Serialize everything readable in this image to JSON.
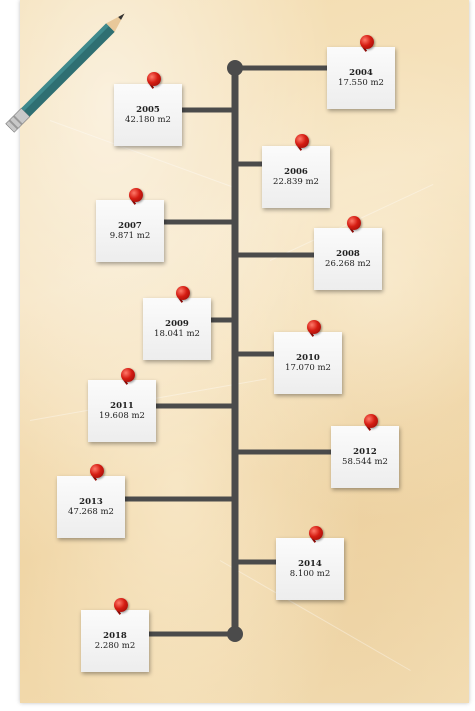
{
  "colors": {
    "line": "#4b4b4b",
    "pin": "#d51c12",
    "note": "#f4f4f4"
  },
  "icons": {
    "pin": "push-pin-icon",
    "pencil": "pencil-icon"
  },
  "entries": [
    {
      "year": "2004",
      "value": "17.550 m2"
    },
    {
      "year": "2005",
      "value": "42.180 m2"
    },
    {
      "year": "2006",
      "value": "22.839 m2"
    },
    {
      "year": "2007",
      "value": "9.871 m2"
    },
    {
      "year": "2008",
      "value": "26.268  m2"
    },
    {
      "year": "2009",
      "value": "18.041 m2"
    },
    {
      "year": "2010",
      "value": "17.070  m2"
    },
    {
      "year": "2011",
      "value": "19.608 m2"
    },
    {
      "year": "2012",
      "value": "58.544  m2"
    },
    {
      "year": "2013",
      "value": "47.268 m2"
    },
    {
      "year": "2014",
      "value": "8.100  m2"
    },
    {
      "year": "2018",
      "value": "2.280 m2"
    }
  ]
}
